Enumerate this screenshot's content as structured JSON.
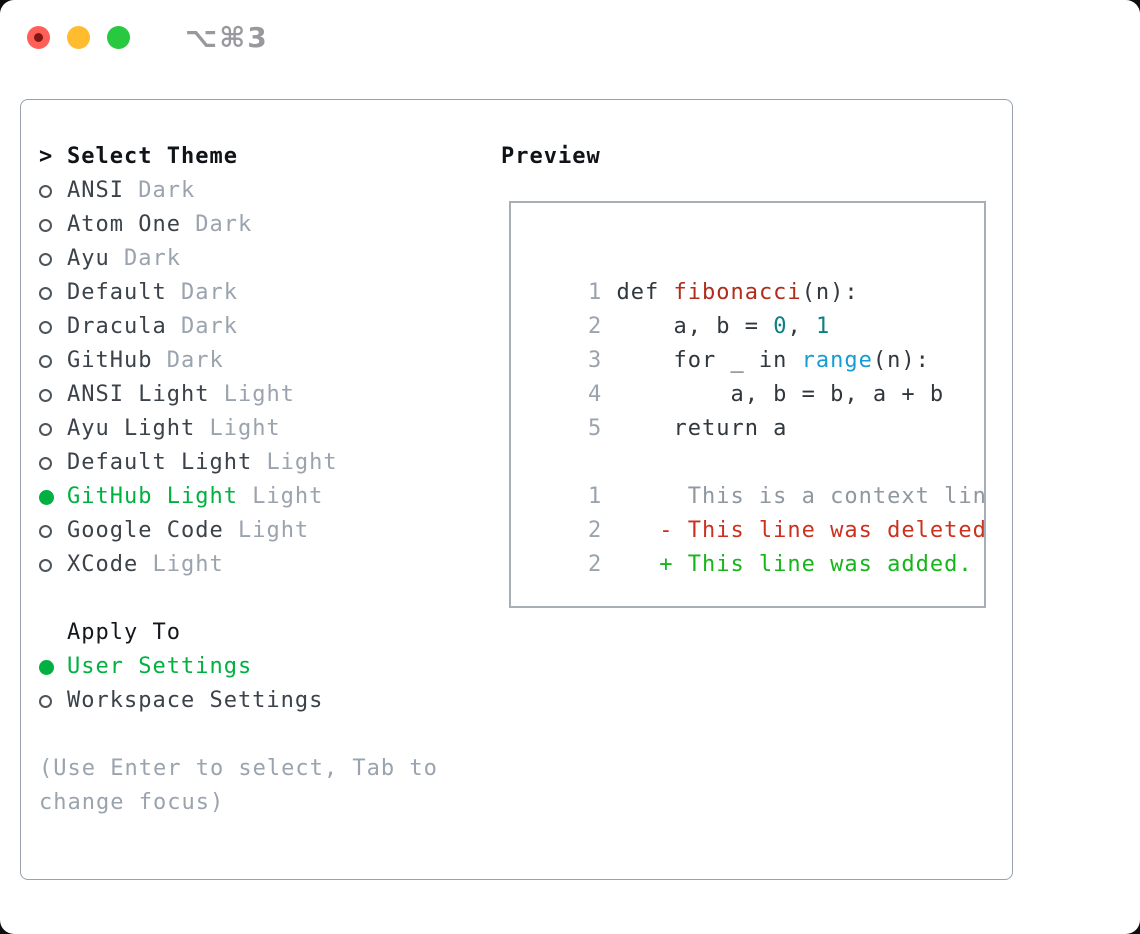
{
  "window": {
    "title": "⌥⌘3",
    "controls": [
      "close-button",
      "minimize-button",
      "zoom-button"
    ]
  },
  "theme_picker": {
    "prompt": ">",
    "title": "Select Theme",
    "items": [
      {
        "name": "ANSI",
        "tag": "Dark",
        "selected": false
      },
      {
        "name": "Atom One",
        "tag": "Dark",
        "selected": false
      },
      {
        "name": "Ayu",
        "tag": "Dark",
        "selected": false
      },
      {
        "name": "Default",
        "tag": "Dark",
        "selected": false
      },
      {
        "name": "Dracula",
        "tag": "Dark",
        "selected": false
      },
      {
        "name": "GitHub",
        "tag": "Dark",
        "selected": false
      },
      {
        "name": "ANSI Light",
        "tag": "Light",
        "selected": false
      },
      {
        "name": "Ayu Light",
        "tag": "Light",
        "selected": false
      },
      {
        "name": "Default Light",
        "tag": "Light",
        "selected": false
      },
      {
        "name": "GitHub Light",
        "tag": "Light",
        "selected": true
      },
      {
        "name": "Google Code",
        "tag": "Light",
        "selected": false
      },
      {
        "name": "XCode",
        "tag": "Light",
        "selected": false
      }
    ],
    "apply_to": {
      "label": "Apply To",
      "options": [
        {
          "name": "User Settings",
          "selected": true
        },
        {
          "name": "Workspace Settings",
          "selected": false
        }
      ]
    },
    "hint": "(Use Enter to select, Tab to change focus)"
  },
  "preview": {
    "label": "Preview",
    "lines": [
      {
        "num": "1",
        "tokens": [
          {
            "t": "def ",
            "c": "code"
          },
          {
            "t": "fibonacci",
            "c": "func"
          },
          {
            "t": "(n):",
            "c": "code"
          }
        ]
      },
      {
        "num": "2",
        "tokens": [
          {
            "t": "    a, b = ",
            "c": "code"
          },
          {
            "t": "0",
            "c": "num"
          },
          {
            "t": ", ",
            "c": "code"
          },
          {
            "t": "1",
            "c": "num"
          }
        ]
      },
      {
        "num": "3",
        "tokens": [
          {
            "t": "    for _ in ",
            "c": "code"
          },
          {
            "t": "range",
            "c": "builtin"
          },
          {
            "t": "(n):",
            "c": "code"
          }
        ]
      },
      {
        "num": "4",
        "tokens": [
          {
            "t": "        a, b = b, a + b",
            "c": "code"
          }
        ]
      },
      {
        "num": "5",
        "tokens": [
          {
            "t": "    return a",
            "c": "code"
          }
        ]
      },
      {
        "num": "",
        "tokens": []
      },
      {
        "num": "1",
        "tokens": [
          {
            "t": "     This is a context line.",
            "c": "context"
          }
        ]
      },
      {
        "num": "2",
        "tokens": [
          {
            "t": "   - This line was deleted.",
            "c": "deleted"
          }
        ]
      },
      {
        "num": "2",
        "tokens": [
          {
            "t": "   + This line was added.",
            "c": "added"
          }
        ]
      }
    ]
  },
  "colors": {
    "selection_green": "#00b142",
    "muted_gray": "#9aa3ae",
    "text_dark": "#3b4249",
    "heading_black": "#101418",
    "code_text": "#30373d",
    "function_red": "#b02d1c",
    "number_teal": "#0a7f84",
    "builtin_blue": "#169bd5",
    "context_gray": "#8f979f",
    "deleted_red": "#cc3120",
    "added_green": "#16b51b",
    "gutter_gray": "#9aa3ae",
    "panel_border": "#99a1ac",
    "preview_border": "#a7aeb7",
    "traffic_red": "#ff5f57",
    "traffic_red_dot": "#7e1812",
    "traffic_yellow": "#febc2e",
    "traffic_green": "#28c840",
    "title_gray": "#98989d"
  }
}
